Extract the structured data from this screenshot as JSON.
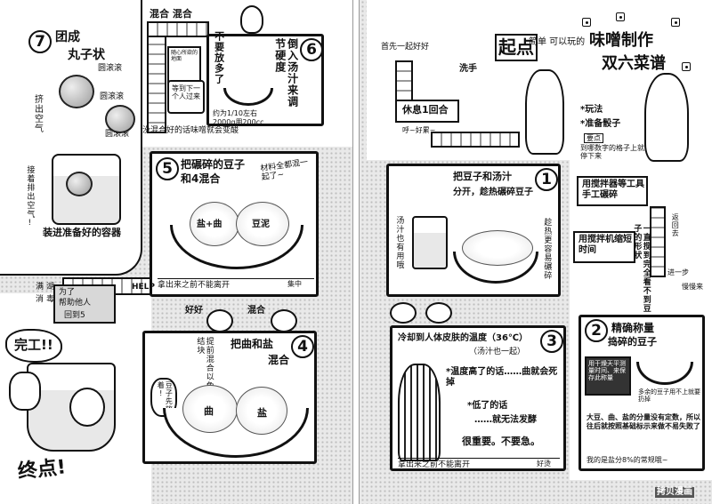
{
  "left": {
    "ending": {
      "label": "终点!",
      "cry": "完工!!"
    },
    "ep7": {
      "num": "7",
      "title_1": "团成",
      "title_2": "丸子状",
      "roll_1": "圆滚滚",
      "roll_2": "圆滚滚",
      "roll_3": "圆滚滚",
      "squeeze": "挤出空气",
      "press": "接着排出空气!",
      "store": "装进准备好的容器"
    },
    "ep6": {
      "num": "6",
      "caption": "倒入汤汁来调节硬度",
      "side": "不要放多了",
      "ratio_1": "约为1/10左右",
      "ratio_2": "2000g用200cc"
    },
    "path_top": {
      "mix": "混合 混合",
      "note": "没混合好的话味噌就会变酸",
      "square": "等到下一个人过来",
      "square_tiny": "随心所欲的地面"
    },
    "ep5": {
      "num": "5",
      "title_1": "把碾碎的豆子",
      "title_2": "和4混合",
      "thought": "材料全都混一起了~",
      "ball_a": "盐+曲",
      "ball_b": "豆泥",
      "footer": "拿出来之前不能离开",
      "tag": "集中"
    },
    "ep4": {
      "num": "4",
      "title_1": "把曲和盐",
      "title_2": "混合",
      "note": "提前混合以免结块",
      "speech": "豆子先放着!",
      "ball_a": "曲",
      "ball_b": "盐"
    },
    "path_mid": {
      "help": "HELP",
      "ok": "好好",
      "mix": "混合",
      "sign_1": "为了",
      "sign_2": "帮助他人",
      "sign_3": "回到5",
      "arrow_1": "满",
      "arrow_2": "湖",
      "arrow_3": "消",
      "arrow_4": "毒"
    }
  },
  "right": {
    "intro": {
      "start": "起点",
      "pre_title": "简单 可以玩的",
      "title_1": "味噌制作",
      "title_2": "双六菜谱",
      "rule_1": "*玩法",
      "rule_2": "*准备骰子",
      "rule_3": "要点",
      "rule_4": "到哪数字的格子上就必须停下来"
    },
    "path_start": {
      "first": "首先一起好好",
      "wash": "洗手",
      "rest": "休息1回合",
      "phew": "呼~好累~"
    },
    "ep1": {
      "num": "1",
      "title_1": "把豆子和汤汁",
      "title_2": "分开，趁热碾碎豆子",
      "side": "汤汁也有用哦",
      "vert": "趁热更容易碾碎"
    },
    "path_side": {
      "tool": "用搅拌器等工具手工碾碎",
      "time": "用搅拌机缩短时间",
      "stop": "一直搅到完全看不到豆子的形状",
      "back": "返回去",
      "slowly": "慢慢来",
      "step": "进一步"
    },
    "ep2": {
      "num": "2",
      "title_1": "精确称量",
      "title_2": "捣碎的豆子",
      "scale_note": "用干燥天平测量时间、来保存此称量",
      "wet_note": "多余的豆子用不上就要扔掉",
      "info": "大豆、曲、盐的分量没有定数，所以往后就按照基础标示来做不易失败了",
      "footer": "我的是盐分8%的常规哦~"
    },
    "ep3": {
      "num": "3",
      "title_1": "冷却到人体皮肤的温度（36℃）",
      "title_2": "（汤汁也一起）",
      "warn_1": "*温度高了的话……曲就会死掉",
      "warn_2": "*低了的话",
      "warn_3": "……就无法发酵",
      "important": "很重要。不要急。",
      "footer": "拿出来之前不能离开",
      "tag": "好烫"
    }
  },
  "watermark": "拷贝漫画"
}
